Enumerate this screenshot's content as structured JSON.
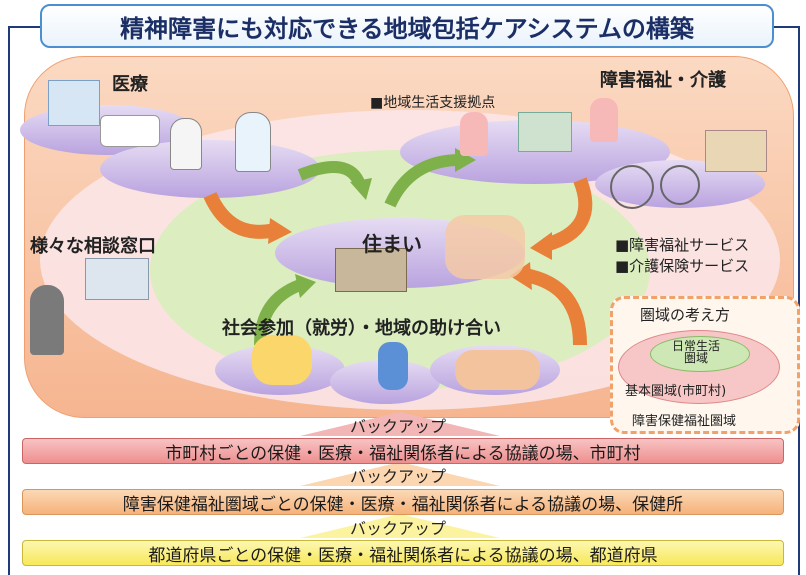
{
  "title": "精神障害にも対応できる地域包括ケアシステムの構築",
  "areas": {
    "medical": "医療",
    "welfare_care": "障害福祉・介護",
    "housing": "住まい",
    "consultation": "様々な相談窓口",
    "participation": "社会参加（就労）・地域の助け合い"
  },
  "bullets": {
    "regional_base": "■地域生活支援拠点",
    "welfare_services": "■障害福祉サービス",
    "care_services": "■介護保険サービス"
  },
  "zone_legend": {
    "heading": "圏域の考え方",
    "daily": "日常生活\n圏域",
    "basic": "基本圏域(市町村)",
    "welfare": "障害保健福祉圏域"
  },
  "backup_label": "バックアップ",
  "bars": [
    {
      "text": "市町村ごとの保健・医療・福祉関係者による協議の場、市町村",
      "color": "#f3a7a7"
    },
    {
      "text": "障害保健福祉圏域ごとの保健・医療・福祉関係者による協議の場、保健所",
      "color": "#f8c79a"
    },
    {
      "text": "都道府県ごとの保健・医療・福祉関係者による協議の場、都道府県",
      "color": "#fbf08a"
    }
  ]
}
